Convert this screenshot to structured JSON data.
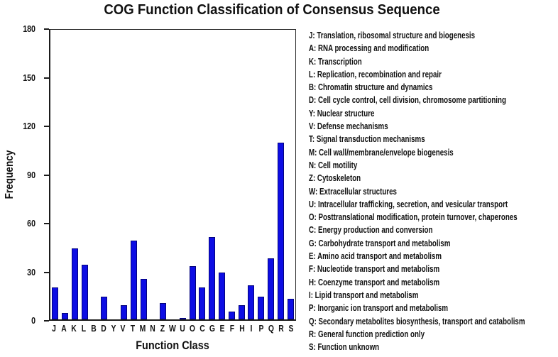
{
  "figure": {
    "title": "COG Function Classification of Consensus Sequence"
  },
  "chart_data": {
    "type": "bar",
    "title": "COG Function Classification of Consensus Sequence",
    "xlabel": "Function Class",
    "ylabel": "Frequency",
    "ylim": [
      0,
      180
    ],
    "yticks": [
      0,
      30,
      60,
      90,
      120,
      150,
      180
    ],
    "grid": false,
    "legend_position": "right",
    "bar_color": "#0d0de4",
    "bar_border_color": "#03037d",
    "categories": [
      "J",
      "A",
      "K",
      "L",
      "B",
      "D",
      "Y",
      "V",
      "T",
      "M",
      "N",
      "Z",
      "W",
      "U",
      "O",
      "C",
      "G",
      "E",
      "F",
      "H",
      "I",
      "P",
      "Q",
      "R",
      "S"
    ],
    "values": [
      20,
      4,
      44,
      34,
      0,
      14,
      0,
      9,
      49,
      25,
      0,
      10,
      0,
      1,
      33,
      20,
      51,
      29,
      5,
      9,
      21,
      14,
      38,
      110,
      13
    ],
    "legend": [
      {
        "code": "J",
        "label": "Translation, ribosomal structure and biogenesis"
      },
      {
        "code": "A",
        "label": "RNA processing and modification"
      },
      {
        "code": "K",
        "label": "Transcription"
      },
      {
        "code": "L",
        "label": "Replication, recombination and repair"
      },
      {
        "code": "B",
        "label": "Chromatin structure and dynamics"
      },
      {
        "code": "D",
        "label": "Cell cycle control, cell division, chromosome partitioning"
      },
      {
        "code": "Y",
        "label": "Nuclear structure"
      },
      {
        "code": "V",
        "label": "Defense mechanisms"
      },
      {
        "code": "T",
        "label": "Signal transduction mechanisms"
      },
      {
        "code": "M",
        "label": "Cell wall/membrane/envelope biogenesis"
      },
      {
        "code": "N",
        "label": "Cell motility"
      },
      {
        "code": "Z",
        "label": "Cytoskeleton"
      },
      {
        "code": "W",
        "label": "Extracellular structures"
      },
      {
        "code": "U",
        "label": "Intracellular trafficking, secretion, and vesicular transport"
      },
      {
        "code": "O",
        "label": "Posttranslational modification, protein turnover, chaperones"
      },
      {
        "code": "C",
        "label": "Energy production and conversion"
      },
      {
        "code": "G",
        "label": "Carbohydrate transport and metabolism"
      },
      {
        "code": "E",
        "label": "Amino acid transport and metabolism"
      },
      {
        "code": "F",
        "label": "Nucleotide transport and metabolism"
      },
      {
        "code": "H",
        "label": "Coenzyme transport and metabolism"
      },
      {
        "code": "I",
        "label": "Lipid transport and metabolism"
      },
      {
        "code": "P",
        "label": "Inorganic ion transport and metabolism"
      },
      {
        "code": "Q",
        "label": "Secondary metabolites biosynthesis, transport and catabolism"
      },
      {
        "code": "R",
        "label": "General function prediction only"
      },
      {
        "code": "S",
        "label": "Function unknown"
      }
    ]
  }
}
